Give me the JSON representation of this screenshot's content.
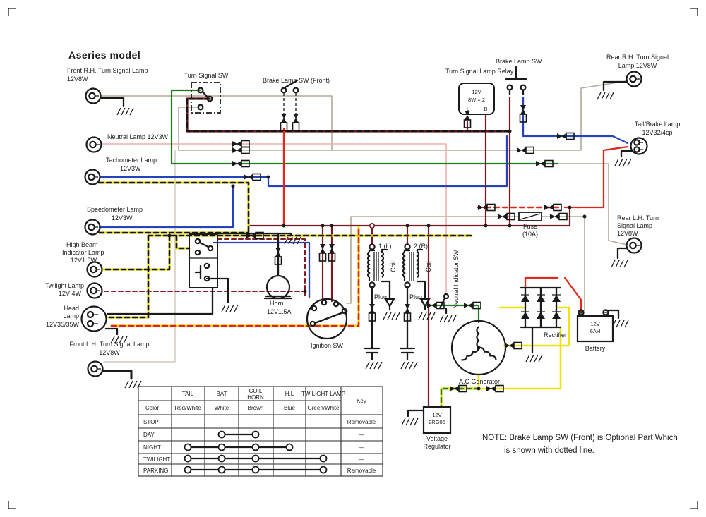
{
  "title": "Aseries model",
  "labels": {
    "front_rh": [
      "Front R.H. Turn Signal Lamp",
      "12V8W"
    ],
    "turn_signal_sw": "Turn Signal SW",
    "brake_front": "Brake Lamp SW (Front)",
    "relay_title": "Turn Signal Lamp Relay",
    "relay": [
      "12V",
      "8W × 2",
      "L",
      "B"
    ],
    "brake_sw": "Brake Lamp SW",
    "rear_rh": [
      "Rear R.H. Turn Signal",
      "Lamp 12V8W"
    ],
    "tail": [
      "Tail/Brake Lamp",
      "12V32/4cp"
    ],
    "neutral": "Neutral Lamp 12V3W",
    "tacho": [
      "Tachometer Lamp",
      "12V3W"
    ],
    "speedo": [
      "Speedometer Lamp",
      "12V3W"
    ],
    "highbeam": [
      "High Beam",
      "Indicator Lamp",
      "12V1.5W"
    ],
    "twilight": [
      "Twilight Lamp",
      "12V 4W"
    ],
    "head": [
      "Head",
      "Lamp",
      "12V35/35W"
    ],
    "front_lh": [
      "Front L.H. Turn Signal Lamp",
      "12V8W"
    ],
    "rear_lh": [
      "Rear L.H. Turn",
      "Signal Lamp",
      "12V8W"
    ],
    "fuse": [
      "Fuse",
      "(10A)"
    ],
    "horn": [
      "Horn",
      "12V1.5A"
    ],
    "ignition": "Ignition SW",
    "coil1": "1 (L)",
    "coil2": "2 (R)",
    "coil_word": "Coil",
    "plug_word": "Plug",
    "neutral_sw": "Neutral Indicator SW",
    "generator": "A.C Generator",
    "rectifier": "Rectifier",
    "battery": [
      "12V",
      "6AH",
      "Battery"
    ],
    "regulator": [
      "12V",
      "2RG05",
      "Voltage",
      "Regulator"
    ]
  },
  "note": [
    "NOTE: Brake Lamp SW (Front) is Optional Part Which",
    "is shown with dotted line."
  ],
  "table": {
    "corner": "Color",
    "cols": [
      "TAIL",
      "BAT",
      "COIL",
      "HORN",
      "H.L",
      "TWILIGHT LAMP",
      "Key"
    ],
    "colors": [
      "Red/White",
      "White",
      "Brown",
      "Blue",
      "Green/White"
    ],
    "rows": [
      "STOP",
      "DAY",
      "NIGHT",
      "TWILIGHT",
      "PARKING"
    ],
    "keys": [
      "Removable",
      "—",
      "—",
      "—",
      "Removable"
    ],
    "connections": [
      [],
      [
        "BAT",
        "COIL HORN"
      ],
      [
        "TAIL",
        "BAT",
        "COIL HORN",
        "H.L"
      ],
      [
        "TAIL",
        "BAT",
        "COIL HORN",
        "TWILIGHT LAMP"
      ],
      [
        "TAIL",
        "BAT",
        "COIL HORN",
        "TWILIGHT LAMP"
      ]
    ]
  },
  "wire_colors": {
    "maroon_brown": "#7a1a22",
    "red": "#e02818",
    "pink": "#eeb0aa",
    "white_gray": "#b3a89a",
    "green": "#1f7d1f",
    "blue": "#2543b8",
    "yellow": "#f0e20c",
    "black": "#1a1a1a"
  }
}
